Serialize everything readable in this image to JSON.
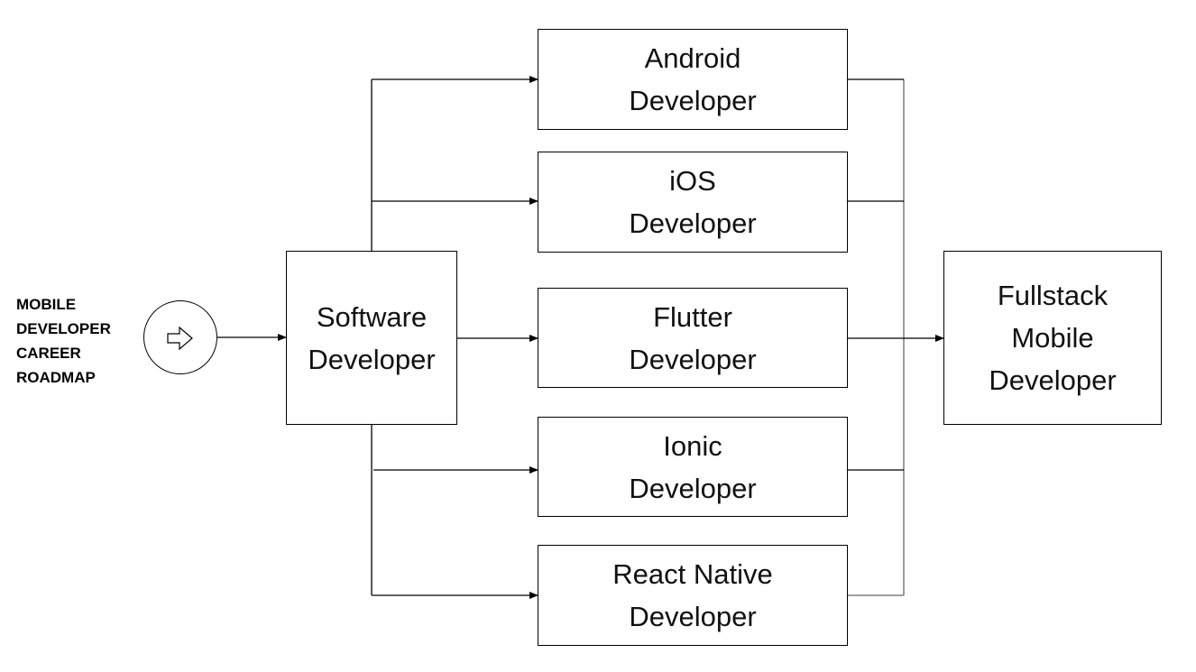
{
  "title": {
    "lines": [
      "MOBILE",
      "DEVELOPER",
      "CAREER",
      "ROADMAP"
    ]
  },
  "start_icon": "right-arrow-icon",
  "nodes": {
    "software": [
      "Software",
      "Developer"
    ],
    "android": [
      "Android",
      "Developer"
    ],
    "ios": [
      "iOS",
      "Developer"
    ],
    "flutter": [
      "Flutter",
      "Developer"
    ],
    "ionic": [
      "Ionic",
      "Developer"
    ],
    "react_native": [
      "React Native",
      "Developer"
    ],
    "fullstack": [
      "Fullstack",
      "Mobile",
      "Developer"
    ]
  },
  "colors": {
    "line": "#000000",
    "background": "#ffffff"
  }
}
